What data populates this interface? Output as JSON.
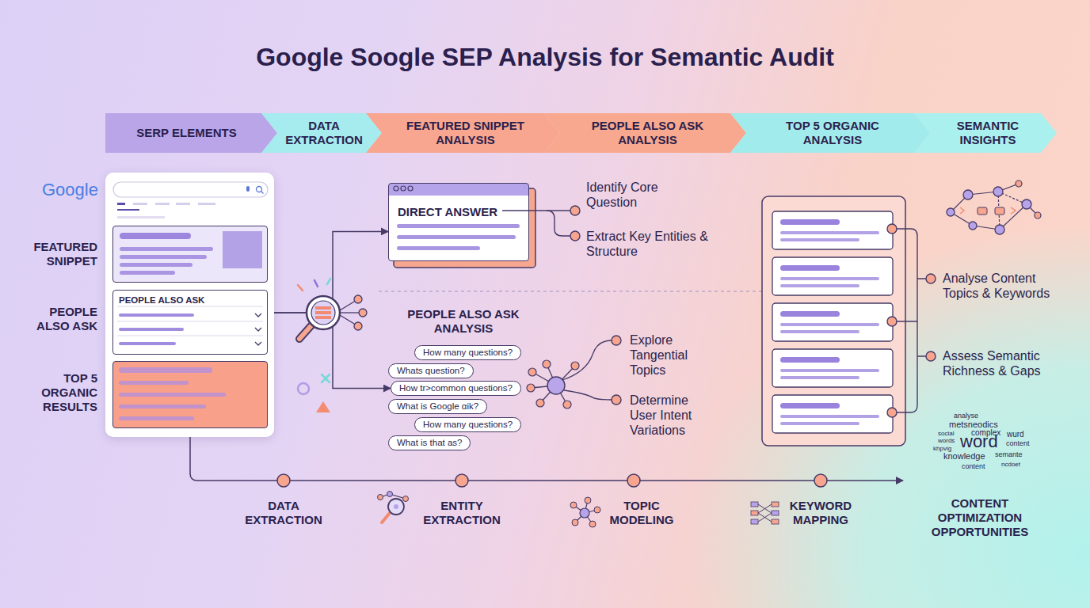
{
  "diagram": {
    "title": "Google Soogle SEP Analysis for Semantic Audit",
    "nodes": [
      {
        "text": [
          "SERP ELEMENTS"
        ]
      },
      {
        "text": [
          "DATA EXTRACTION"
        ]
      },
      {
        "text": [
          "FEATURED SNIPPET ANALYSIS"
        ]
      },
      {
        "text": [
          "PEOPLE ALSO ASK ANALYSIS"
        ]
      },
      {
        "text": [
          "TOP 5 ORGANIC ANALYSIS"
        ]
      },
      {
        "text": [
          "SEMANTIC INSIGHTS"
        ]
      },
      {
        "text": [
          "Google"
        ]
      },
      {
        "text": [
          "FEATURED SNIPPET"
        ],
        "in": 6
      },
      {
        "text": [
          "PEOPLE ALSO ASK",
          "PEOPLE ALSO ASK"
        ],
        "in": 6
      },
      {
        "text": [
          "TOP 5 ORGANIC RESULTS"
        ],
        "in": 6
      },
      {
        "text": [
          "DIRECT ANSWER"
        ]
      },
      {
        "text": [
          "How many questions?"
        ]
      },
      {
        "text": [
          "Whats question?"
        ]
      },
      {
        "text": [
          "How tr>common questions?"
        ]
      },
      {
        "text": [
          "What is Google αik?"
        ]
      },
      {
        "text": [
          "How many questions?"
        ]
      },
      {
        "text": [
          "What is that as?"
        ]
      }
    ],
    "edges": [
      {
        "from": 6,
        "to": 10,
        "arrow": "to"
      },
      {
        "from": 6,
        "to": 13,
        "arrow": "to"
      }
    ],
    "labels": [
      "Identify Core Question",
      "Extract Key Entities & Structure",
      "PEOPLE ALSO ASK ANALYSIS",
      "Explore Tangential Topics",
      "Determine User Intent Variations",
      "Analyse Content Topics & Keywords",
      "Assess Semantic Richness & Gaps",
      "DATA EXTRACTION",
      "ENTITY EXTRACTION",
      "TOPIC MODELING",
      "KEYWORD MAPPING",
      "CONTENT OPTIMIZATION OPPORTUNITIES",
      "analyse",
      "metsneodics",
      "social",
      "complex",
      "wurd",
      "words",
      "word",
      "content",
      "khpvig",
      "knowledge",
      "semante",
      "content",
      "ncdoet"
    ]
  }
}
